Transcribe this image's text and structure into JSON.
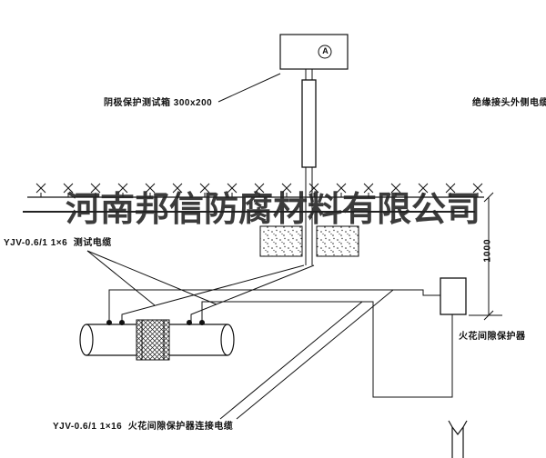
{
  "watermark": "河南邦信防腐材料有限公司",
  "labels": {
    "test_box": "阴极保护测试箱 300x200",
    "outer_cable": "绝缘接头外侧电缆",
    "test_cable": "YJV-0.6/1 1×6  测试电缆",
    "spark_gap": "火花间隙保护器",
    "bottom_cable": "YJV-0.6/1 1×16  火花间隙保护器连接电缆",
    "dimension": "1000",
    "meter": "A"
  },
  "colors": {
    "line": "#111111",
    "watermark": "#222222",
    "background": "#ffffff"
  }
}
